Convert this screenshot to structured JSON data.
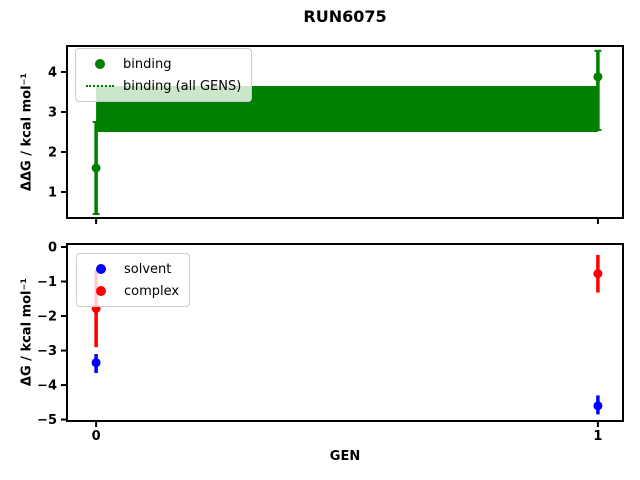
{
  "title": "RUN6075",
  "chart_data": [
    {
      "type": "scatter",
      "name": "binding-subplot",
      "ylabel": "ΔΔG / kcal mol⁻¹",
      "xlim": [
        -0.06,
        1.052
      ],
      "ylim": [
        0.325,
        4.675
      ],
      "yticks": [
        4,
        3,
        2,
        1
      ],
      "ytick_labels": [
        "4",
        "3",
        "2",
        "1"
      ],
      "xticks": [
        0,
        1
      ],
      "xtick_labels": [],
      "grid": false,
      "legend_position": "upper left",
      "series": [
        {
          "name": "binding",
          "type": "points",
          "color": "#008000",
          "x": [
            0,
            1
          ],
          "y": [
            1.6,
            3.88
          ],
          "err_lo": [
            0.45,
            2.55
          ],
          "err_hi": [
            2.75,
            4.53
          ],
          "capsize": true
        },
        {
          "name": "binding (all GENS)",
          "type": "band",
          "color": "#008000",
          "linestyle": "dotted",
          "x": [
            0,
            1
          ],
          "lo": 2.5,
          "hi": 3.65
        }
      ]
    },
    {
      "type": "scatter",
      "name": "dg-subplot",
      "ylabel": "ΔG / kcal mol⁻¹",
      "xlabel": "GEN",
      "xlim": [
        -0.06,
        1.052
      ],
      "ylim": [
        -5.07,
        0.116
      ],
      "yticks": [
        0,
        -1,
        -2,
        -3,
        -4,
        -5
      ],
      "ytick_labels": [
        "0",
        "−1",
        "−2",
        "−3",
        "−4",
        "−5"
      ],
      "xticks": [
        0,
        1
      ],
      "xtick_labels": [
        "0",
        "1"
      ],
      "grid": false,
      "legend_position": "upper left",
      "series": [
        {
          "name": "solvent",
          "type": "points",
          "color": "#0000ff",
          "x": [
            0,
            1
          ],
          "y": [
            -3.35,
            -4.6
          ],
          "err_lo": [
            -3.65,
            -4.85
          ],
          "err_hi": [
            -3.1,
            -4.3
          ],
          "capsize": false
        },
        {
          "name": "complex",
          "type": "points",
          "color": "#ff0000",
          "x": [
            0,
            1
          ],
          "y": [
            -1.78,
            -0.77
          ],
          "err_lo": [
            -2.9,
            -1.32
          ],
          "err_hi": [
            -0.67,
            -0.23
          ],
          "capsize": false
        }
      ]
    }
  ]
}
